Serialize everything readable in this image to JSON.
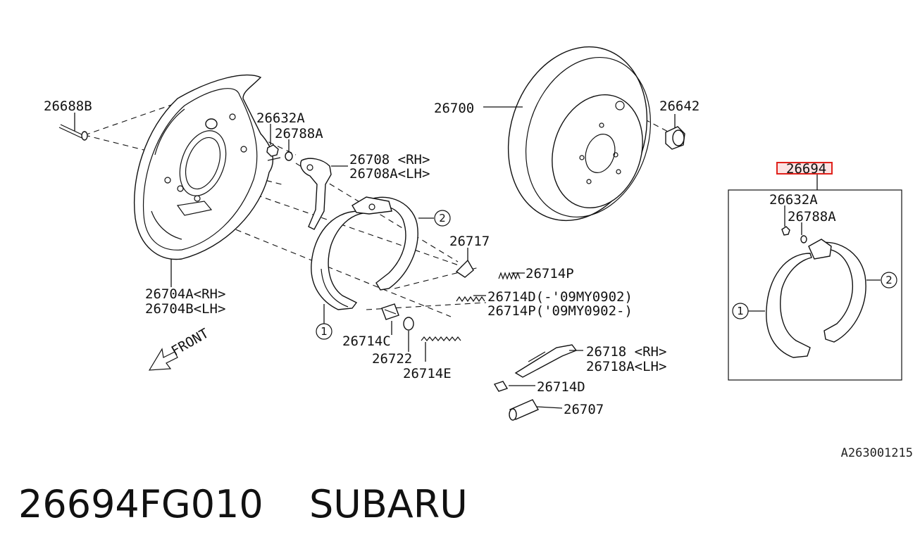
{
  "labels": {
    "bolt": "26688B",
    "backplate": [
      "26704A<RH>",
      "26704B<LH>"
    ],
    "nut_left": "26632A",
    "washer_left": "26788A",
    "lever": [
      "26708 <RH>",
      "26708A<LH>"
    ],
    "rotor": "26700",
    "plug": "26642",
    "kit": "26694",
    "kit_nut": "26632A",
    "kit_washer": "26788A",
    "pin": "26717",
    "spring_p": "26714P",
    "spring_d": [
      "26714D(-'09MY0902)",
      "26714P('09MY0902-)"
    ],
    "spring_c": "26714C",
    "cup": "26722",
    "spring_e": "26714E",
    "strut": [
      "26718 <RH>",
      "26718A<LH>"
    ],
    "clip": "26714D",
    "adjuster": "26707",
    "front": "FRONT",
    "callout_1": "1",
    "callout_2": "2"
  },
  "reference_code": "A263001215",
  "footer": {
    "part_number": "26694FG010",
    "brand": "SUBARU"
  },
  "colors": {
    "line": "#111111",
    "highlight": "#e0211b",
    "highlight_fill": "#fbe3e3"
  }
}
